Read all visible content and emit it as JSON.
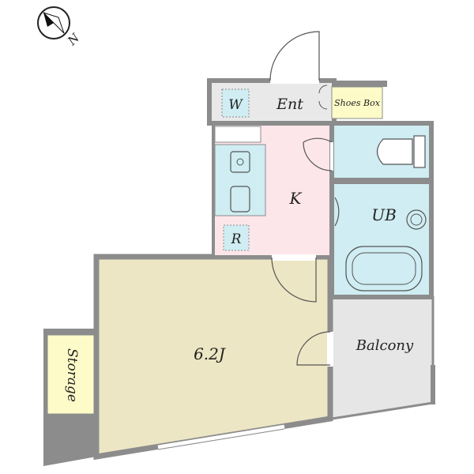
{
  "compass": {
    "north_label": "N",
    "icon": "north-arrow-icon"
  },
  "rooms": {
    "entrance": "Ent",
    "washer": "W",
    "shoes_box": "Shoes Box",
    "kitchen": "K",
    "refrigerator": "R",
    "unit_bath": "UB",
    "main_room": "6.2J",
    "storage": "Storage",
    "balcony": "Balcony"
  },
  "colors": {
    "wall": "#8c8c8c",
    "main_room": "#ede6c4",
    "kitchen": "#fde6ea",
    "wet_area": "#cfedf2",
    "entrance": "#e9e9e9",
    "balcony": "#e6e6e6",
    "storage": "#fdfbc8",
    "shoes_box": "#fdfbc8"
  }
}
